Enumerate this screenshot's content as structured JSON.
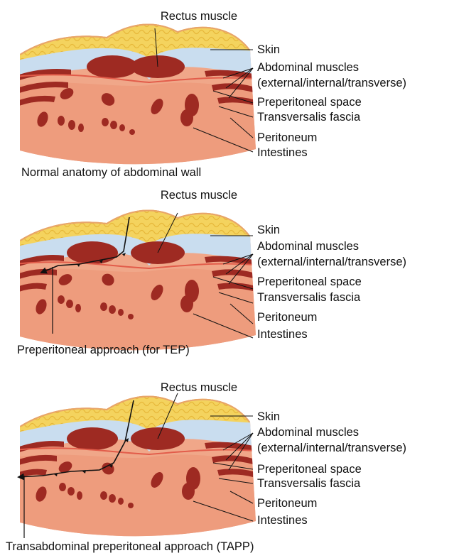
{
  "diagrams": [
    {
      "caption": "Normal anatomy of abdominal wall",
      "approach": "none",
      "labels": {
        "rectus": "Rectus muscle",
        "skin": "Skin",
        "abdominal_muscles": "Abdominal muscles",
        "muscle_types": "(external/internal/transverse)",
        "preperitoneal_space": "Preperitoneal space",
        "transversalis_fascia": "Transversalis fascia",
        "peritoneum": "Peritoneum",
        "intestines": "Intestines"
      }
    },
    {
      "caption": "Preperitoneal approach (for TEP)",
      "approach": "preperitoneal",
      "labels": {
        "rectus": "Rectus muscle",
        "skin": "Skin",
        "abdominal_muscles": "Abdominal muscles",
        "muscle_types": "(external/internal/transverse)",
        "preperitoneal_space": "Preperitoneal space",
        "transversalis_fascia": "Transversalis fascia",
        "peritoneum": "Peritoneum",
        "intestines": "Intestines"
      }
    },
    {
      "caption": "Transabdominal preperitoneal approach (TAPP)",
      "approach": "transabdominal",
      "labels": {
        "rectus": "Rectus muscle",
        "skin": "Skin",
        "abdominal_muscles": "Abdominal muscles",
        "muscle_types": "(external/internal/transverse)",
        "preperitoneal_space": "Preperitoneal space",
        "transversalis_fascia": "Transversalis fascia",
        "peritoneum": "Peritoneum",
        "intestines": "Intestines"
      }
    }
  ],
  "colors": {
    "skin": "#f0c79a",
    "fat": "#f4d35e",
    "fascia": "#c9ddef",
    "muscle": "#9e2a22",
    "cavity": "#f0a789",
    "path": "#111111"
  }
}
